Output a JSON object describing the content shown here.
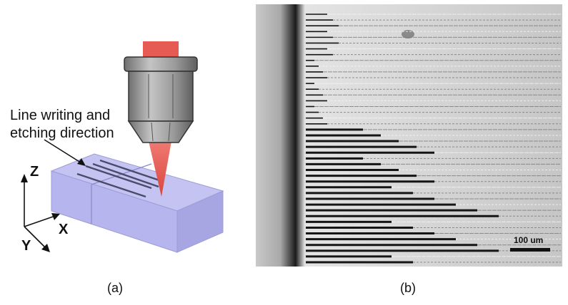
{
  "panel_a": {
    "caption": "(a)",
    "annotation_line1": "Line writing and",
    "annotation_line2": "etching direction",
    "axes": {
      "z": "Z",
      "x": "X",
      "y": "Y"
    }
  },
  "panel_b": {
    "caption": "(b)",
    "scale_bar_label": "100 um"
  },
  "colors": {
    "laser_beam": "#e8574f",
    "laser_head_top": "#e65b53",
    "objective_body": "#9a9a9a",
    "glass_block_top": "#bfbef0",
    "glass_block_side": "#a9a8e6",
    "micrograph_background": "#d6d6d6"
  }
}
